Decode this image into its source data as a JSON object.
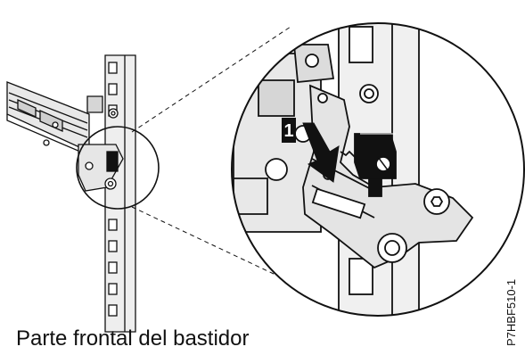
{
  "figure": {
    "caption": "Parte frontal del bastidor",
    "figure_id": "P7HBF510-1",
    "step": {
      "number": "1"
    },
    "colors": {
      "line": "#111111",
      "fill_light": "#e6e6e6",
      "fill_mid": "#c4c4c4",
      "fill_dark": "#111111",
      "arrow_text": "#ffffff"
    },
    "icons": [
      "rack-rail",
      "slide-rail",
      "bracket",
      "thumbscrew",
      "zoom-callout",
      "down-arrow"
    ]
  }
}
